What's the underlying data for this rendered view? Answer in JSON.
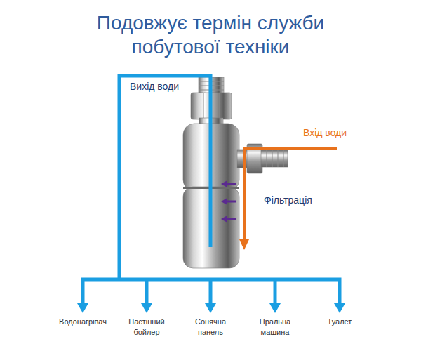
{
  "diagram": {
    "title": "Подовжує термін служби побутової техніки",
    "labels": [
      "Вихід води",
      "Вхід води",
      "Фільтрація",
      "Водонагрівач",
      "Настінний бойлер",
      "Сонячна панель",
      "Пральна машина",
      "Туалет"
    ]
  }
}
